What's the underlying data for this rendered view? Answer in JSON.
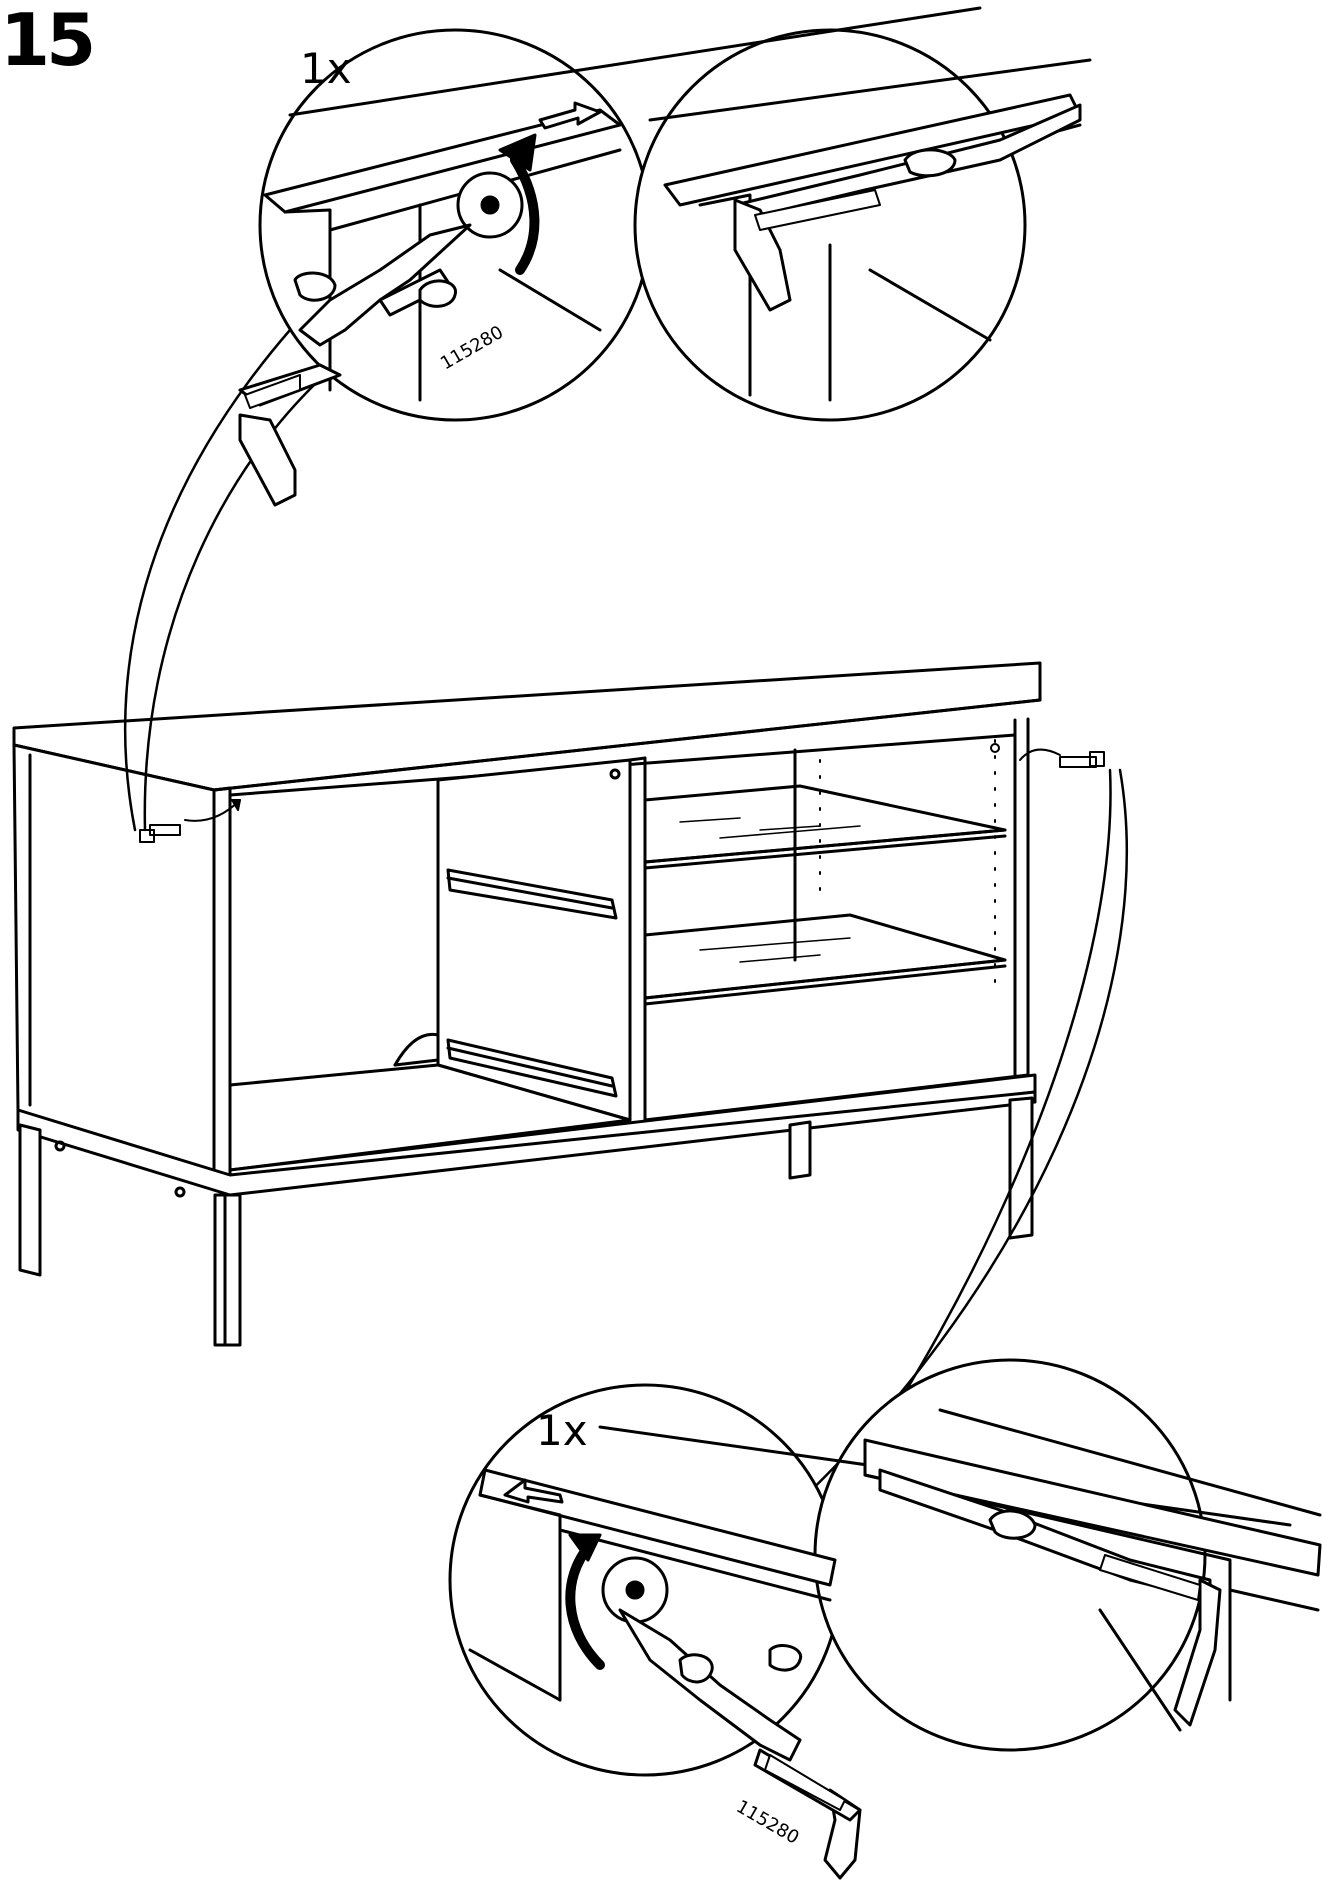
{
  "step": {
    "number": "15"
  },
  "callouts": {
    "top": {
      "quantity": "1x",
      "part_number": "115280"
    },
    "bottom": {
      "quantity": "1x",
      "part_number": "115280"
    }
  },
  "colors": {
    "ink": "#000000",
    "paper": "#ffffff"
  }
}
